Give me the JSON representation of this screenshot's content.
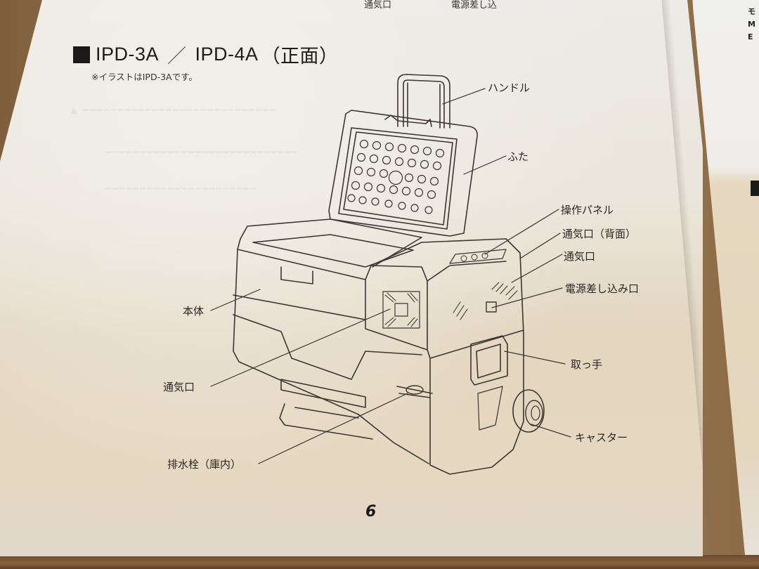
{
  "document": {
    "type": "instruction-manual-page",
    "top_cutoff_labels": [
      "通気口",
      "電源差し込"
    ],
    "section_title": {
      "model_a": "IPD-3A",
      "separator": "／",
      "model_b": "IPD-4A",
      "view": "（正面）"
    },
    "note": "※イラストはIPD-3Aです。",
    "diagram": {
      "subject": "portable-refrigerator-front-view",
      "labels": [
        {
          "id": "handle",
          "text": "ハンドル"
        },
        {
          "id": "lid",
          "text": "ふた"
        },
        {
          "id": "control-panel",
          "text": "操作パネル"
        },
        {
          "id": "vent-rear",
          "text": "通気口（背面）"
        },
        {
          "id": "vent-side",
          "text": "通気口"
        },
        {
          "id": "power-inlet",
          "text": "電源差し込み口"
        },
        {
          "id": "body",
          "text": "本体"
        },
        {
          "id": "vent-front",
          "text": "通気口"
        },
        {
          "id": "grip",
          "text": "取っ手"
        },
        {
          "id": "caster",
          "text": "キャスター"
        },
        {
          "id": "drain-plug",
          "text": "排水栓（庫内）"
        }
      ]
    },
    "page_number": "6",
    "right_page_fragment": [
      "モ",
      "M",
      "E"
    ]
  }
}
